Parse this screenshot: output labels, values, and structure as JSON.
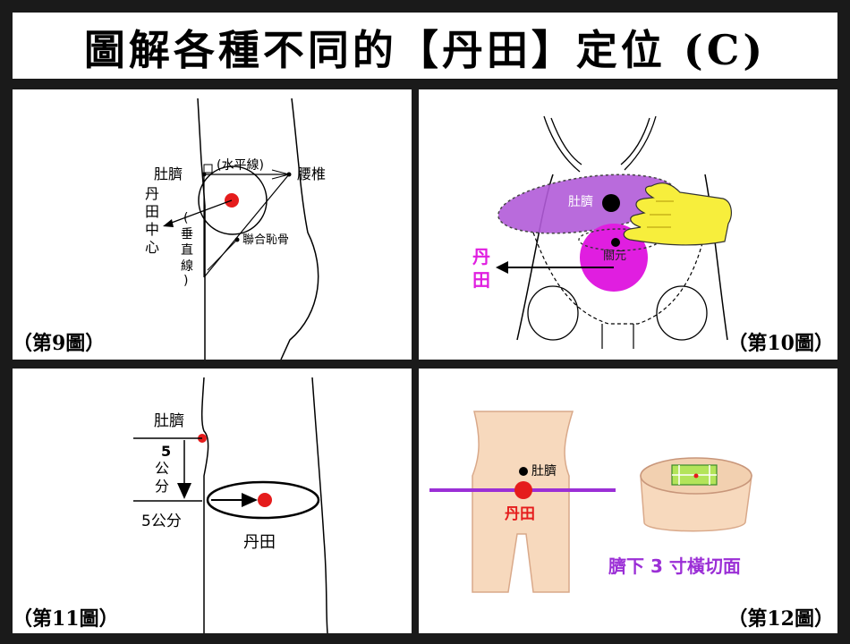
{
  "title": "圖解各種不同的【丹田】定位 (C)",
  "panels": {
    "fig9": {
      "caption": "（第9圖）",
      "navel": "肚臍",
      "horizontal_line": "(水平線)",
      "lumbar": "腰椎",
      "dantian_center": [
        "丹",
        "田",
        "中",
        "心"
      ],
      "vertical_line": [
        "(",
        "垂",
        "直",
        "線",
        ")"
      ],
      "pubic": "聯合恥骨"
    },
    "fig10": {
      "caption": "（第10圖）",
      "navel": "肚臍",
      "guanyuan": "關元",
      "dantian": [
        "丹",
        "田"
      ]
    },
    "fig11": {
      "caption": "（第11圖）",
      "navel": "肚臍",
      "five": "5",
      "cm_vertical": [
        "公",
        "分"
      ],
      "five_cm": "5公分",
      "dantian": "丹田"
    },
    "fig12": {
      "caption": "（第12圖）",
      "navel": "肚臍",
      "dantian": "丹田",
      "cross_section": "臍下 3 寸橫切面"
    }
  },
  "colors": {
    "red_point": "#e51c1c",
    "purple": "#b25bd9",
    "magenta": "#e01ee0",
    "hand_yellow": "#f7ee3c",
    "skin": "#f7d9bd",
    "line_purple": "#9b2fd6"
  }
}
